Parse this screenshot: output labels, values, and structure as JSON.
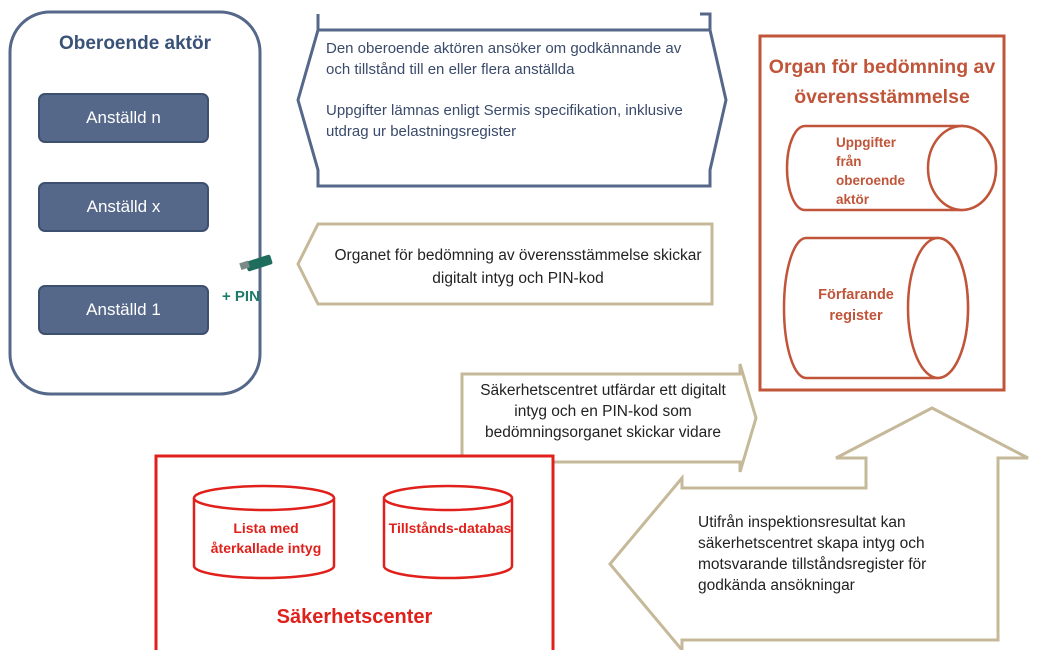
{
  "actor": {
    "title": "Oberoende aktör",
    "employees": [
      "Anställd n",
      "Anställd x",
      "Anställd 1"
    ],
    "pin_label": "+ PIN",
    "usb_icon": "usb-key-icon"
  },
  "arrow_application": {
    "paragraph1": "Den oberoende aktören ansöker om godkännande av och tillstånd till en eller flera anställda",
    "paragraph2": "Uppgifter lämnas enligt Sermis specifikation, inklusive utdrag ur belastningsregister"
  },
  "arrow_certificate": {
    "text": "Organet för bedömning av överensstämmelse skickar digitalt intyg och PIN-kod"
  },
  "organ": {
    "title": "Organ för bedömning av överensstämmelse",
    "cylinder1": "Uppgifter från oberoende aktör",
    "cylinder2": "Förfarande register"
  },
  "arrow_issue": {
    "text": "Säkerhetscentret utfärdar ett digitalt intyg och en PIN-kod som bedömningsorganet skickar vidare"
  },
  "arrow_inspection": {
    "text": "Utifrån inspektionsresultat kan säkerhetscentret skapa intyg och motsvarande tillståndsregister för godkända ansökningar"
  },
  "security_center": {
    "title": "Säkerhetscenter",
    "db1": "Lista med återkallade intyg",
    "db2": "Tillstånds-databas"
  },
  "colors": {
    "actor_border": "#55688a",
    "employee_fill": "#55688a",
    "arrow_tan": "#c5b99a",
    "organ_red": "#c0553a",
    "security_red": "#e0211b",
    "pin_green": "#1f7a69"
  }
}
